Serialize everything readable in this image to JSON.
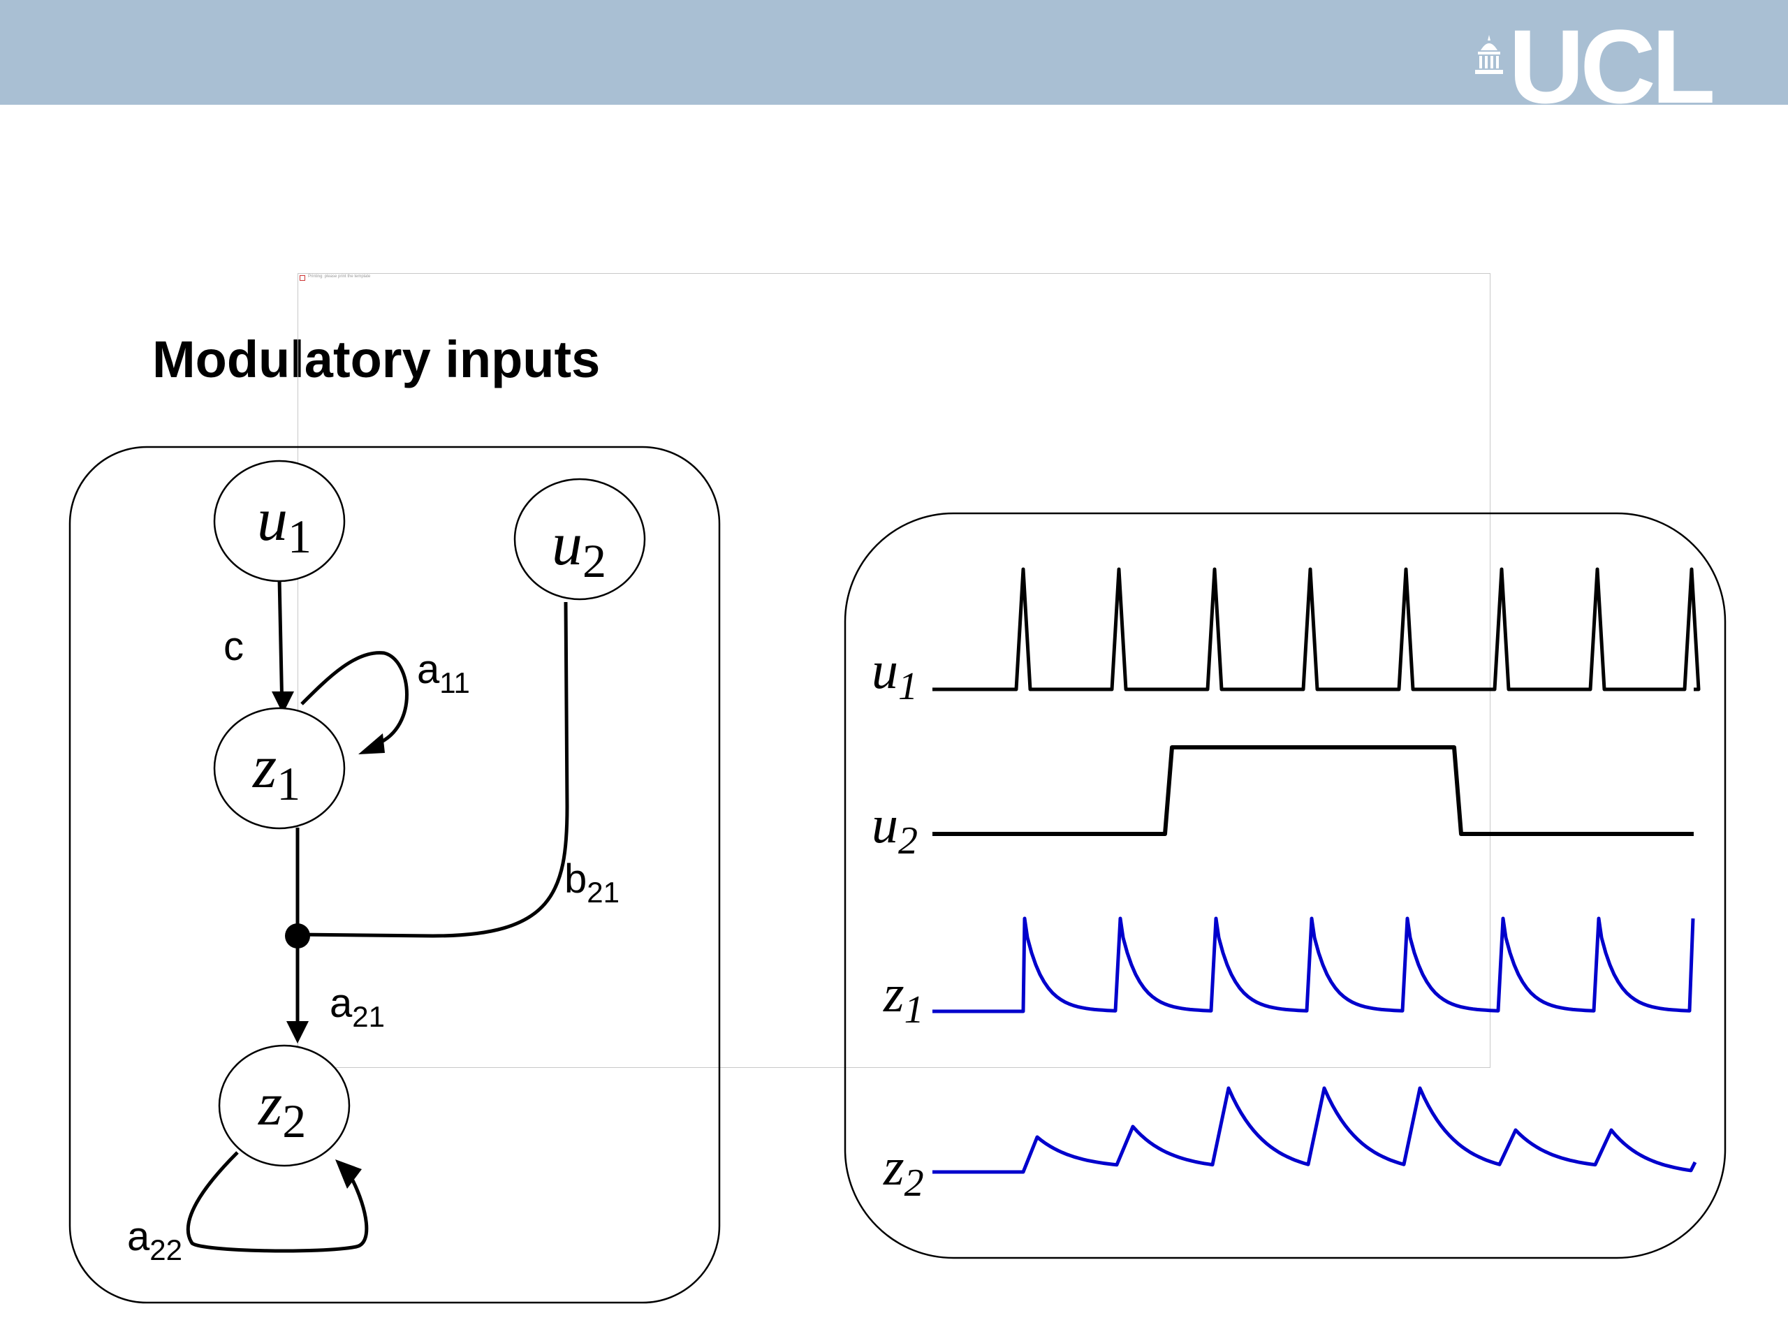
{
  "header": {
    "logo_text": "UCL",
    "bar_color": "#a9bfd3",
    "logo_icon": "building-dome-icon"
  },
  "slide": {
    "title": "Modulatory inputs"
  },
  "overlay": {
    "caption": "Printing: please print the template"
  },
  "diagram": {
    "nodes": [
      {
        "id": "u1",
        "symbol": "u",
        "sub": "1"
      },
      {
        "id": "u2",
        "symbol": "u",
        "sub": "2"
      },
      {
        "id": "z1",
        "symbol": "z",
        "sub": "1"
      },
      {
        "id": "z2",
        "symbol": "z",
        "sub": "2"
      }
    ],
    "edges": [
      {
        "id": "c",
        "base": "c",
        "sub": ""
      },
      {
        "id": "a11",
        "base": "a",
        "sub": "11"
      },
      {
        "id": "b21",
        "base": "b",
        "sub": "21"
      },
      {
        "id": "a21",
        "base": "a",
        "sub": "21"
      },
      {
        "id": "a22",
        "base": "a",
        "sub": "22"
      }
    ]
  },
  "timeseries": {
    "traces": [
      {
        "id": "u1",
        "symbol": "u",
        "sub": "1",
        "color": "#000000"
      },
      {
        "id": "u2",
        "symbol": "u",
        "sub": "2",
        "color": "#000000"
      },
      {
        "id": "z1",
        "symbol": "z",
        "sub": "1",
        "color": "#0000cc"
      },
      {
        "id": "z2",
        "symbol": "z",
        "sub": "2",
        "color": "#0000cc"
      }
    ]
  }
}
